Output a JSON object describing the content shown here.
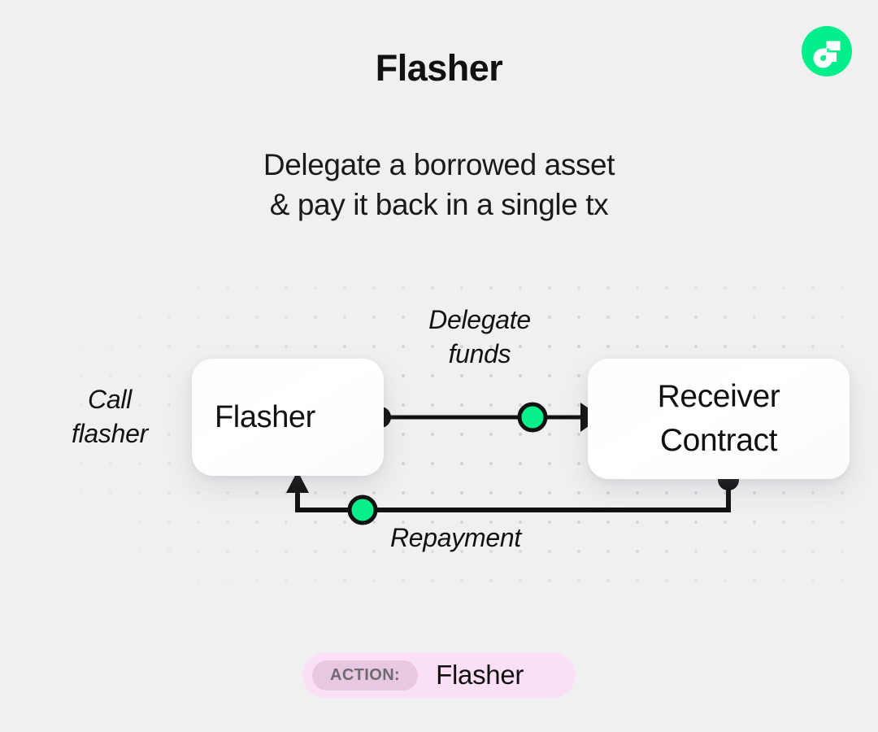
{
  "brand": {
    "logo_icon": "flow-logo-icon",
    "accent_green": "#00ef8b",
    "background": "#f0f0f0"
  },
  "header": {
    "title": "Flasher",
    "subtitle_line1": "Delegate a borrowed asset",
    "subtitle_line2": "& pay it back in a single tx"
  },
  "diagram": {
    "nodes": [
      {
        "id": "flasher",
        "label": "Flasher"
      },
      {
        "id": "receiver",
        "label_line1": "Receiver",
        "label_line2": "Contract"
      }
    ],
    "labels": {
      "call_flasher": "Call\nflasher",
      "delegate_funds": "Delegate\nfunds",
      "repayment": "Repayment"
    },
    "connector_colors": {
      "line": "#111111",
      "node_dot": "#111111",
      "flow_dot": "#07ef8b",
      "flow_dot_stroke": "#111111"
    }
  },
  "footer": {
    "action_chip_label": "ACTION:",
    "action_value": "Flasher",
    "badge_background": "#fbe0f5",
    "chip_background": "#e8c8e0"
  }
}
